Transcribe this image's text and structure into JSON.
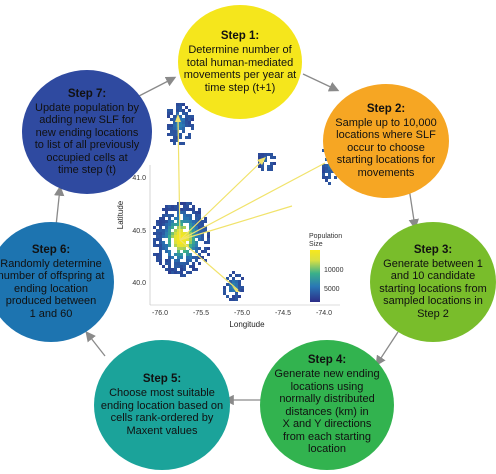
{
  "steps": [
    {
      "title": "Step 1:",
      "lines": [
        "Determine number of",
        "total human-mediated",
        "movements per year at",
        "time step (t+1)"
      ],
      "color": "#f5e61c"
    },
    {
      "title": "Step 2:",
      "lines": [
        "Sample up to 10,000",
        "locations where SLF",
        "occur to choose",
        "starting locations for",
        "movements"
      ],
      "color": "#f6a623"
    },
    {
      "title": "Step 3:",
      "lines": [
        "Generate between 1",
        "and 10 candidate",
        "starting locations from",
        "sampled locations in",
        "Step 2"
      ],
      "color": "#79bd2b"
    },
    {
      "title": "Step 4:",
      "lines": [
        "Generate new ending",
        "locations using",
        "normally distributed",
        "distances (km) in",
        "X and Y directions",
        "from each starting",
        "location"
      ],
      "color": "#32b34f"
    },
    {
      "title": "Step 5:",
      "lines": [
        "Choose most suitable",
        "ending location based on",
        "cells rank-ordered by",
        "Maxent values"
      ],
      "color": "#1ba39a"
    },
    {
      "title": "Step 6:",
      "lines": [
        "Randomly determine",
        "number of offspring at",
        "ending location",
        "produced between",
        "1 and 60"
      ],
      "color": "#1d74b0"
    },
    {
      "title": "Step 7:",
      "lines": [
        "Update population by",
        "adding new SLF for",
        "new ending locations",
        "to list of all previously",
        "occupied cells at",
        "time step (t)"
      ],
      "color": "#2f4aa0"
    }
  ],
  "map": {
    "xlabel": "Longitude",
    "ylabel": "Latitude",
    "xticks": [
      "-76.0",
      "-75.5",
      "-75.0",
      "-74.5",
      "-74.0"
    ],
    "yticks": [
      "41.0",
      "40.5",
      "40.0"
    ],
    "legend_title_1": "Population",
    "legend_title_2": "Size",
    "legend_ticks": [
      "10000",
      "5000"
    ]
  },
  "colors": {
    "arrow": "#8a8a8a",
    "movement_line": "#f1e36b",
    "legend_gradient": [
      "#2c2d87",
      "#2a78b5",
      "#3ab08a",
      "#d9e043",
      "#f7e81c"
    ]
  }
}
